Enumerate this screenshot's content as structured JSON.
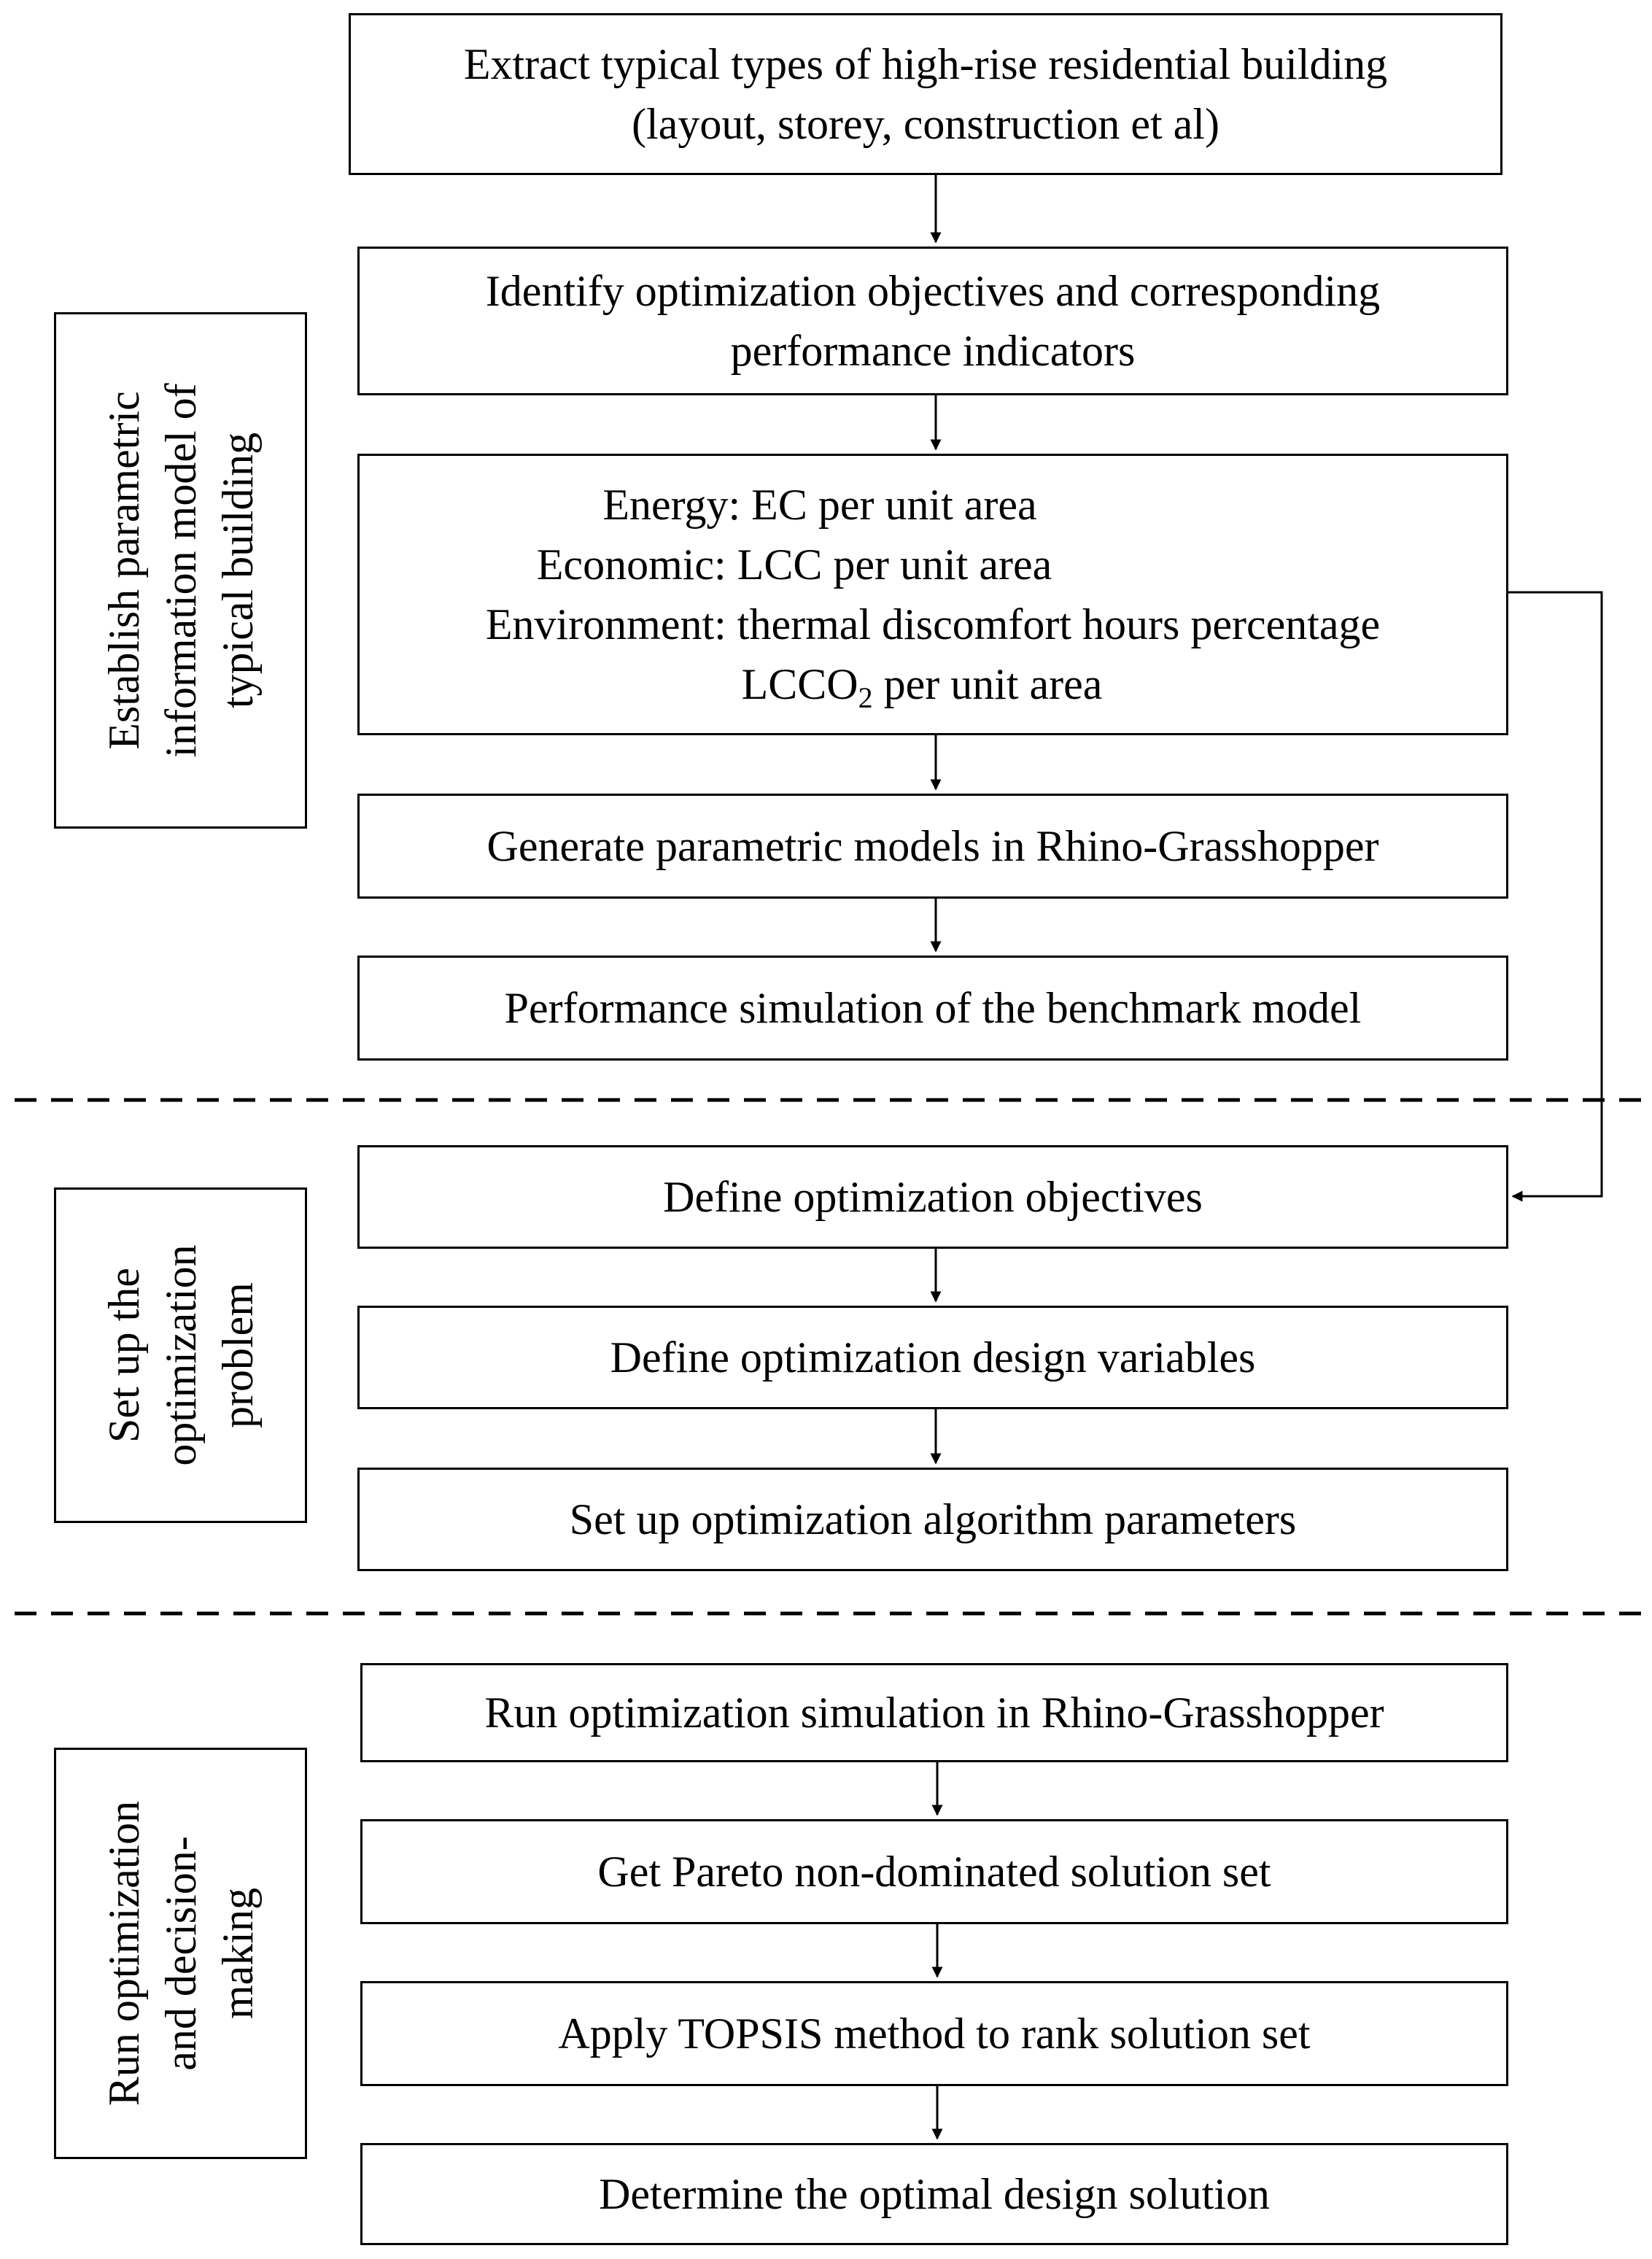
{
  "phases": [
    {
      "lines": [
        "Establish parametric",
        "information model of",
        "typical building"
      ]
    },
    {
      "lines": [
        "Set up the",
        "optimization",
        "problem"
      ]
    },
    {
      "lines": [
        "Run optimization",
        "and decision-",
        "making"
      ]
    }
  ],
  "steps": {
    "extract": [
      "Extract typical types of high-rise residential building",
      "(layout, storey, construction et al)"
    ],
    "identify": [
      "Identify optimization objectives and corresponding",
      "performance indicators"
    ],
    "objectives": {
      "energy": "Energy: EC per unit area",
      "economic": "Economic: LCC per unit area",
      "environment": "Environment: thermal discomfort hours percentage",
      "lcco2_main": "LCCO",
      "lcco2_sub": "2",
      "lcco2_rest": " per unit area"
    },
    "generate": "Generate parametric models in Rhino-Grasshopper",
    "benchmark": "Performance simulation of the benchmark model",
    "define_objectives": "Define optimization objectives",
    "define_variables": "Define optimization design variables",
    "algorithm": "Set up optimization algorithm parameters",
    "run": "Run optimization simulation in Rhino-Grasshopper",
    "pareto": "Get Pareto non-dominated solution set",
    "topsis": "Apply TOPSIS method to rank solution set",
    "determine": "Determine the optimal design solution"
  }
}
